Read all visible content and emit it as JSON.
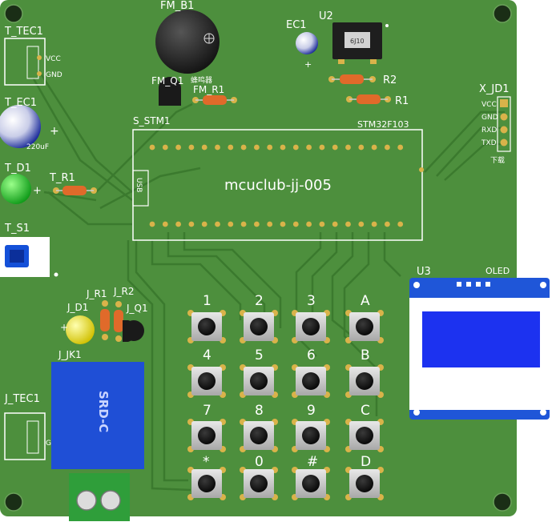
{
  "board": {
    "title_text": "mcuclub-jj-005",
    "mcu_label": "STM32F103",
    "usb_label": "USB",
    "oled_label": "OLED",
    "relay_text": "SRD-C",
    "buzzer_text": "蜂鸣器",
    "download_text": "下载",
    "cap_value": "220uF",
    "colors": {
      "board": "#4d8f3d",
      "silk": "#ffffff",
      "pad": "#d9b34a",
      "oled_screen": "#1c32f0",
      "relay": "#1f4fd6",
      "terminal": "#2f9e3a"
    }
  },
  "designators": {
    "fm_b1": "FM_B1",
    "ec1": "EC1",
    "u2": "U2",
    "t_tec1": "T_TEC1",
    "t_ec1": "T_EC1",
    "fm_q1": "FM_Q1",
    "fm_r1": "FM_R1",
    "r2": "R2",
    "r1": "R1",
    "x_jd1": "X_JD1",
    "s_stm1": "S_STM1",
    "t_d1": "T_D1",
    "t_r1": "T_R1",
    "t_s1": "T_S1",
    "u3": "U3",
    "j_r1": "J_R1",
    "j_r2": "J_R2",
    "j_d1": "J_D1",
    "j_q1": "J_Q1",
    "j_jk1": "J_JK1",
    "j_tec1": "J_TEC1"
  },
  "pins": {
    "t_tec1": [
      "VCC",
      "GND"
    ],
    "x_jd1": [
      "VCC",
      "GND",
      "RXD",
      "TXD"
    ],
    "j_tec1": [
      "G"
    ]
  },
  "keypad": {
    "keys": [
      "1",
      "2",
      "3",
      "A",
      "4",
      "5",
      "6",
      "B",
      "7",
      "8",
      "9",
      "C",
      "*",
      "0",
      "#",
      "D"
    ]
  }
}
